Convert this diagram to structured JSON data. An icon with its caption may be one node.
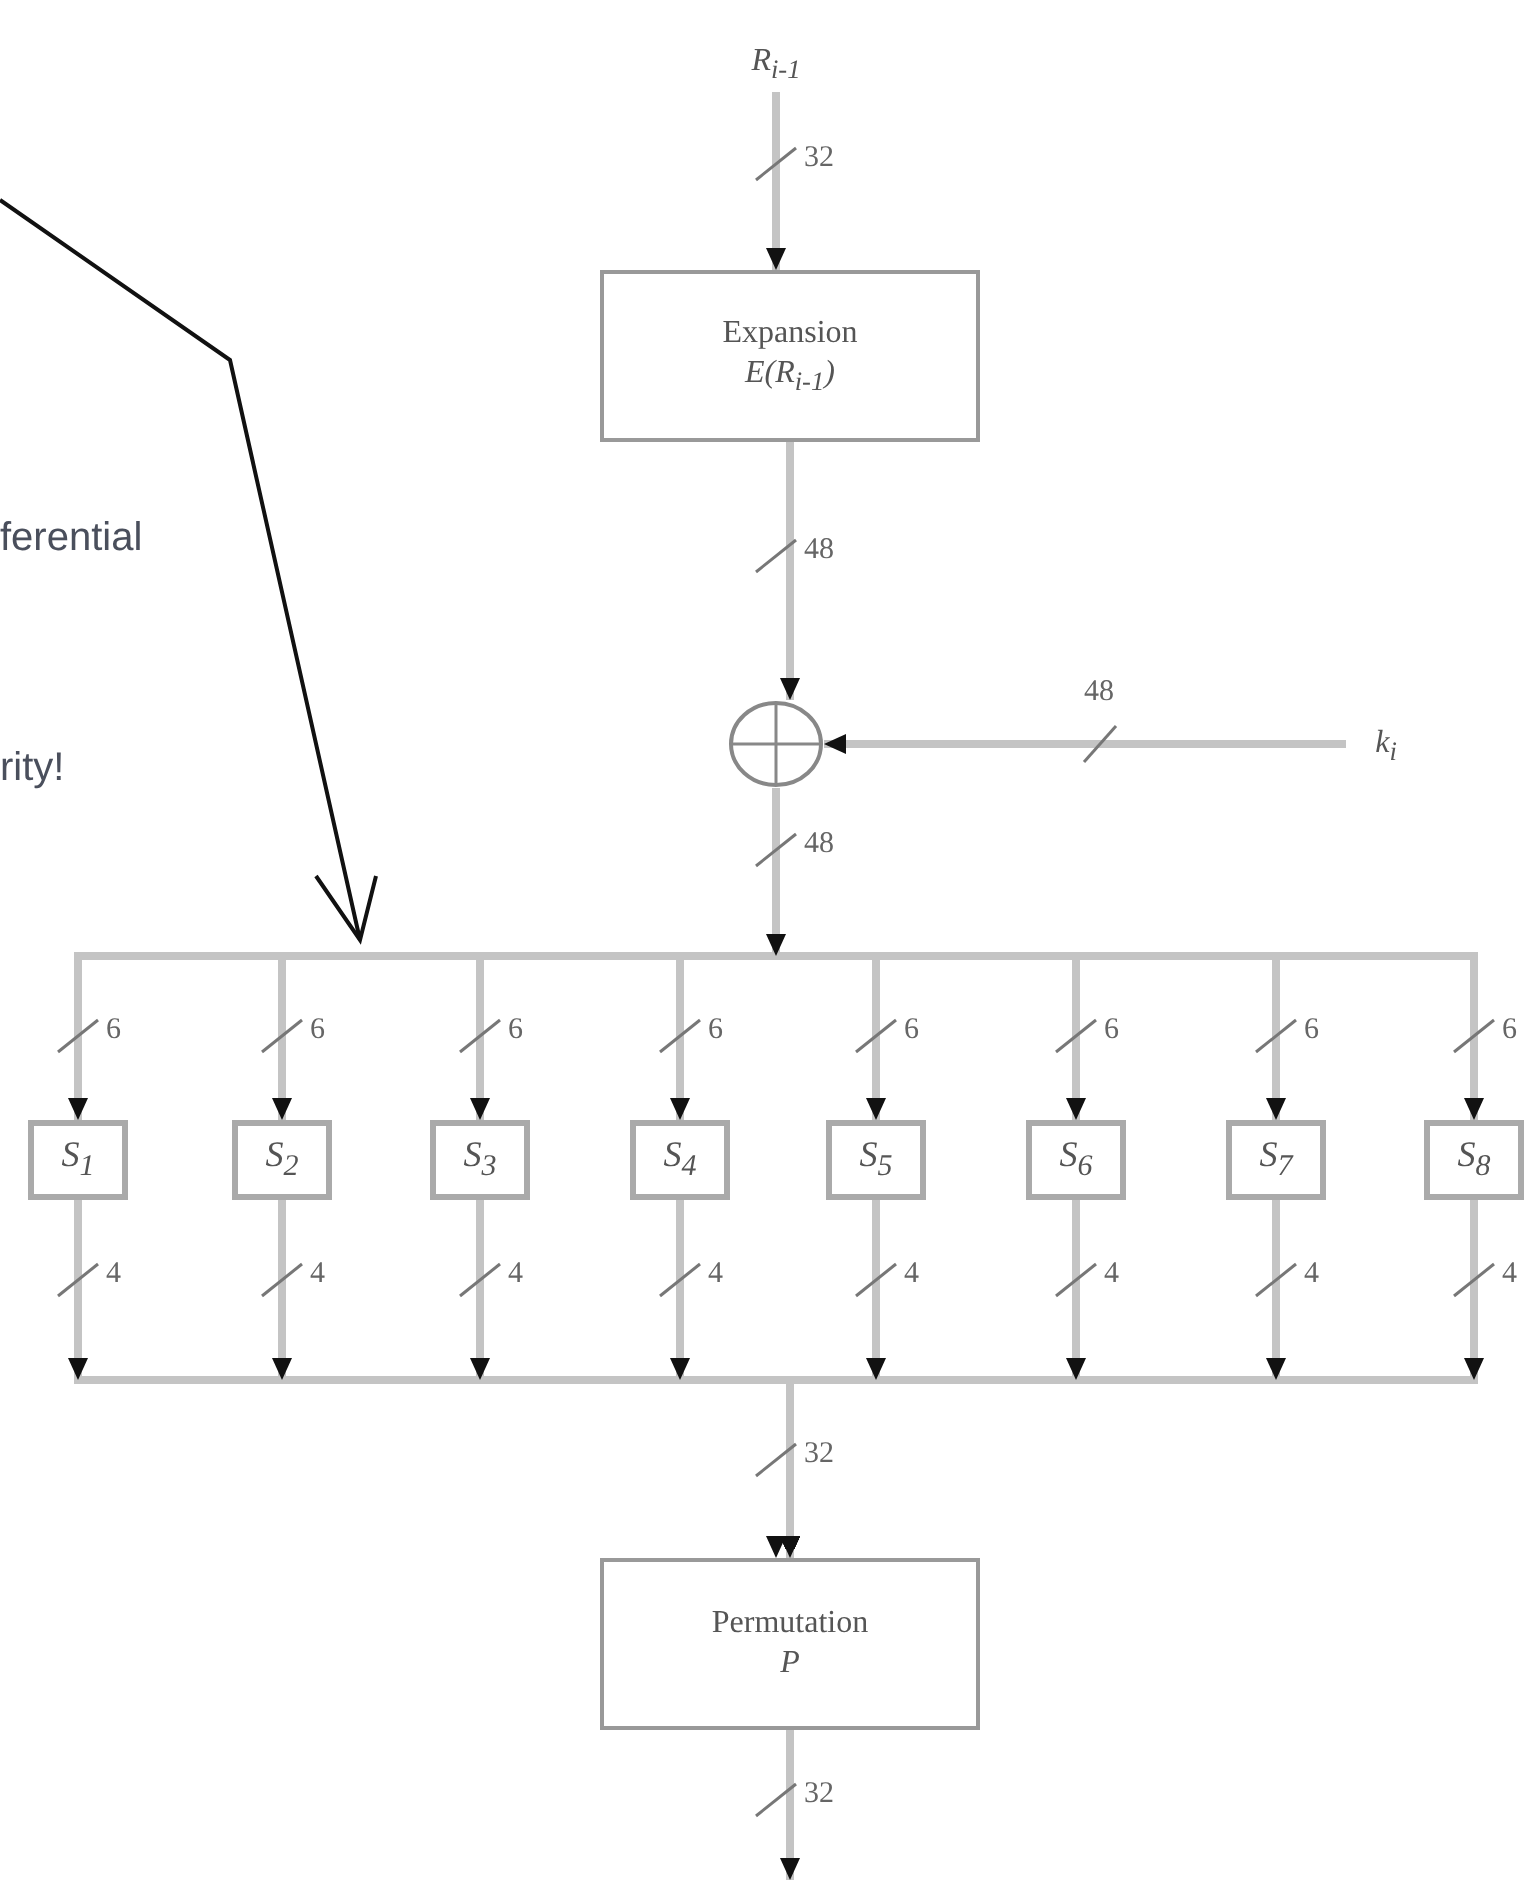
{
  "diagram": {
    "nodes": [
      {
        "text": [
          "R$_{i-1}$"
        ]
      },
      {
        "text": [
          "Expansion",
          "E(R$_{i-1}$)"
        ]
      },
      {
        "text": [],
        "shape": "circle"
      },
      {
        "text": [
          "k$_{i}$"
        ]
      },
      {
        "text": [
          "S$_{1}$"
        ]
      },
      {
        "text": [
          "S$_{2}$"
        ]
      },
      {
        "text": [
          "S$_{3}$"
        ]
      },
      {
        "text": [
          "S$_{4}$"
        ]
      },
      {
        "text": [
          "S$_{5}$"
        ]
      },
      {
        "text": [
          "S$_{6}$"
        ]
      },
      {
        "text": [
          "S$_{7}$"
        ]
      },
      {
        "text": [
          "S$_{8}$"
        ]
      },
      {
        "text": [
          "Permutation",
          "P"
        ]
      }
    ],
    "edges": [
      {
        "from": 0,
        "to": 1,
        "arrow": "to",
        "label": "32"
      },
      {
        "from": 1,
        "to": 2,
        "arrow": "to",
        "label": "48"
      },
      {
        "from": 3,
        "to": 2,
        "arrow": "to",
        "label": "48"
      },
      {
        "from": 2,
        "to": 4,
        "arrow": "to",
        "label": "6"
      },
      {
        "from": 2,
        "to": 5,
        "arrow": "to",
        "label": "6"
      },
      {
        "from": 2,
        "to": 6,
        "arrow": "to",
        "label": "6"
      },
      {
        "from": 2,
        "to": 7,
        "arrow": "to",
        "label": "6"
      },
      {
        "from": 2,
        "to": 8,
        "arrow": "to",
        "label": "6"
      },
      {
        "from": 2,
        "to": 9,
        "arrow": "to",
        "label": "6"
      },
      {
        "from": 2,
        "to": 10,
        "arrow": "to",
        "label": "6"
      },
      {
        "from": 2,
        "to": 11,
        "arrow": "to",
        "label": "6"
      },
      {
        "from": 4,
        "to": 12,
        "arrow": "to",
        "label": "4"
      },
      {
        "from": 5,
        "to": 12,
        "arrow": "to",
        "label": "4"
      },
      {
        "from": 6,
        "to": 12,
        "arrow": "to",
        "label": "4"
      },
      {
        "from": 7,
        "to": 12,
        "arrow": "to",
        "label": "4"
      },
      {
        "from": 8,
        "to": 12,
        "arrow": "to",
        "label": "4"
      },
      {
        "from": 9,
        "to": 12,
        "arrow": "to",
        "label": "4"
      },
      {
        "from": 10,
        "to": 12,
        "arrow": "to",
        "label": "4"
      },
      {
        "from": 11,
        "to": 12,
        "arrow": "to",
        "label": "4"
      },
      {
        "from": 12,
        "to": null,
        "arrow": "to",
        "label": "32"
      }
    ],
    "labels": [
      "ferential",
      "rity!",
      "48",
      "32"
    ]
  }
}
